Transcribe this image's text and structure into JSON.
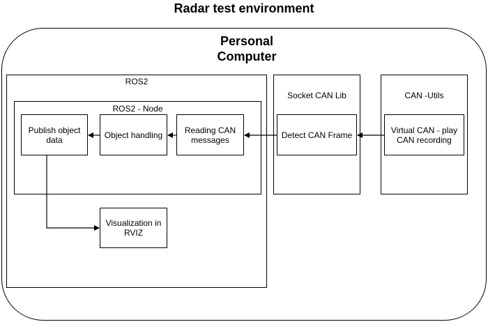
{
  "title": "Radar test environment",
  "computer": {
    "label_line1": "Personal",
    "label_line2": "Computer"
  },
  "ros2": {
    "label": "ROS2",
    "node_label": "ROS2 - Node",
    "publish": "Publish object data",
    "object_handling": "Object handling",
    "reading_can": "Reading CAN messages",
    "visualization": "Visualization in RVIZ"
  },
  "socket_can": {
    "label": "Socket CAN Lib",
    "detect": "Detect CAN Frame"
  },
  "can_utils": {
    "label": "CAN -Utils",
    "virtual": "Virtual CAN - play CAN recording"
  }
}
